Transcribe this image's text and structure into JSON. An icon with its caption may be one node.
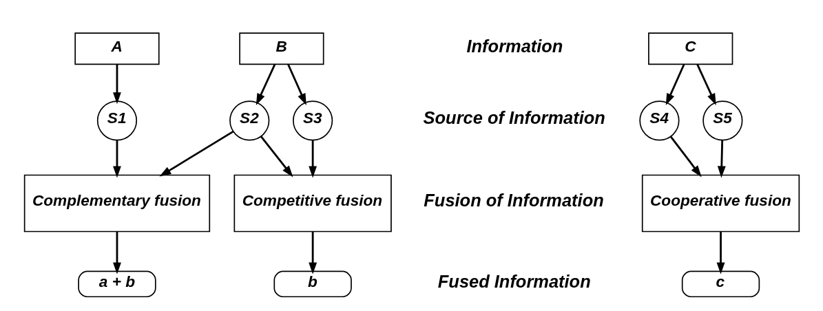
{
  "diagram": {
    "nodes": [
      {
        "text": [
          "A"
        ]
      },
      {
        "text": [
          "B"
        ]
      },
      {
        "text": [
          "C"
        ]
      },
      {
        "text": [
          "S1"
        ]
      },
      {
        "text": [
          "S2"
        ]
      },
      {
        "text": [
          "S3"
        ]
      },
      {
        "text": [
          "S4"
        ]
      },
      {
        "text": [
          "S5"
        ]
      },
      {
        "text": [
          "Complementary fusion"
        ]
      },
      {
        "text": [
          "Competitive fusion"
        ]
      },
      {
        "text": [
          "Cooperative fusion"
        ]
      },
      {
        "text": [
          "a + b"
        ]
      },
      {
        "text": [
          "b"
        ]
      },
      {
        "text": [
          "c"
        ]
      }
    ],
    "edges": [
      {
        "from": 0,
        "to": 3,
        "arrow": "to"
      },
      {
        "from": 1,
        "to": 4,
        "arrow": "to"
      },
      {
        "from": 1,
        "to": 5,
        "arrow": "to"
      },
      {
        "from": 2,
        "to": 6,
        "arrow": "to"
      },
      {
        "from": 2,
        "to": 7,
        "arrow": "to"
      },
      {
        "from": 3,
        "to": 8,
        "arrow": "to"
      },
      {
        "from": 4,
        "to": 8,
        "arrow": "to"
      },
      {
        "from": 4,
        "to": 9,
        "arrow": "to"
      },
      {
        "from": 5,
        "to": 9,
        "arrow": "to"
      },
      {
        "from": 6,
        "to": 10,
        "arrow": "to"
      },
      {
        "from": 7,
        "to": 10,
        "arrow": "to"
      },
      {
        "from": 8,
        "to": 11,
        "arrow": "to"
      },
      {
        "from": 9,
        "to": 12,
        "arrow": "to"
      },
      {
        "from": 10,
        "to": 13,
        "arrow": "to"
      }
    ],
    "labels": [
      "Information",
      "Source of Information",
      "Fusion of Information",
      "Fused Information"
    ]
  }
}
